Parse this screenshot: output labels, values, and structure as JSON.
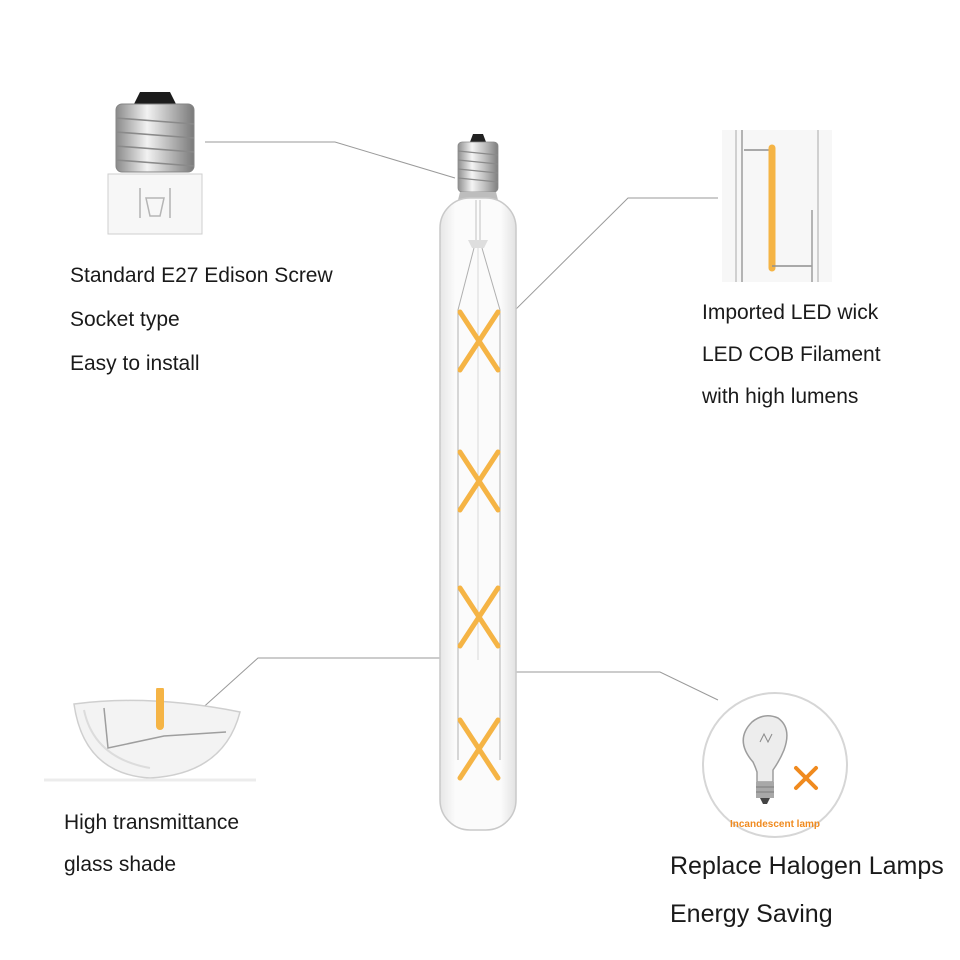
{
  "features": {
    "socket": {
      "lines": [
        "Standard E27 Edison Screw",
        "Socket type",
        "Easy to install"
      ]
    },
    "filament": {
      "lines": [
        "Imported LED wick",
        "LED COB Filament",
        "with high lumens"
      ]
    },
    "glass": {
      "lines": [
        "High transmittance",
        "glass shade"
      ]
    },
    "replace": {
      "lines": [
        "Replace Halogen Lamps",
        "Energy Saving"
      ],
      "badge_label": "Incandescent lamp"
    }
  },
  "colors": {
    "filament": "#f5b445",
    "glass_edge": "#c9c9c9",
    "leader_line": "#9a9a9a",
    "cross_mark": "#f08a1e",
    "badge_text": "#f08a1e"
  }
}
